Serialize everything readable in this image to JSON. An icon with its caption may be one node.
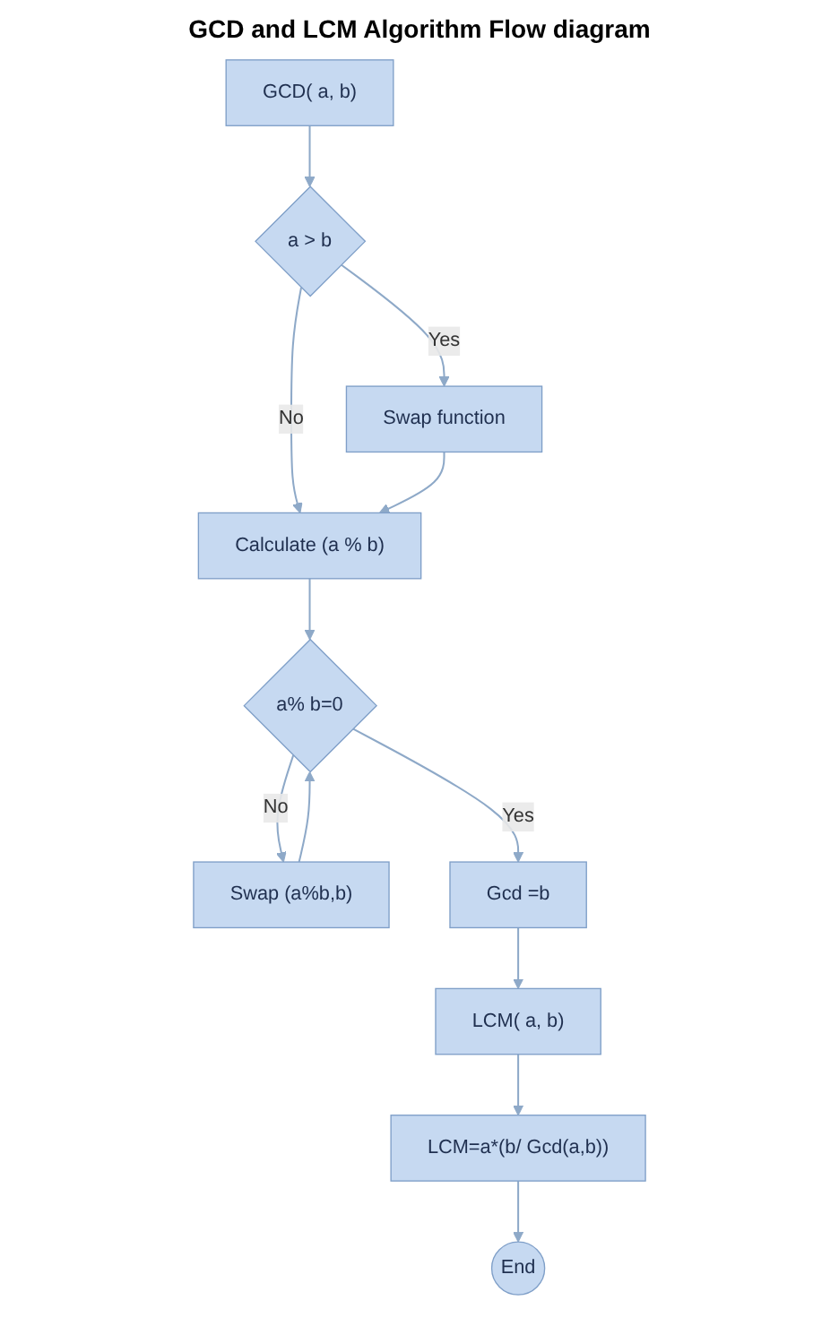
{
  "diagram": {
    "title": "GCD and LCM Algorithm Flow diagram",
    "nodes": [
      {
        "text": [
          "GCD( a, b)"
        ]
      },
      {
        "text": [
          "a > b"
        ]
      },
      {
        "text": [
          "Swap function"
        ]
      },
      {
        "text": [
          "LCM( a, b)"
        ]
      },
      {
        "text": [
          "Calculate (a % b)"
        ]
      },
      {
        "text": [
          "a% b=0"
        ]
      },
      {
        "text": [
          "Swap (a%b,b)"
        ]
      },
      {
        "text": [
          "LCM=a*(b/ Gcd(a,b))"
        ]
      },
      {
        "text": [
          "Gcd =b"
        ]
      },
      {
        "text": [
          "End"
        ]
      }
    ],
    "edges": [
      {
        "from": 0,
        "to": 1,
        "arrow": "to"
      },
      {
        "from": 1,
        "to": 2,
        "arrow": "to",
        "label": "Yes"
      },
      {
        "from": 1,
        "to": 4,
        "arrow": "to",
        "label": "No"
      },
      {
        "from": 2,
        "to": 4,
        "arrow": "to"
      },
      {
        "from": 4,
        "to": 5,
        "arrow": "to"
      },
      {
        "from": 5,
        "to": 6,
        "arrow": "to",
        "label": "No"
      },
      {
        "from": 6,
        "to": 5,
        "arrow": "to"
      },
      {
        "from": 5,
        "to": 8,
        "arrow": "to",
        "label": "Yes"
      },
      {
        "from": 8,
        "to": 3,
        "arrow": "to"
      },
      {
        "from": 3,
        "to": 7,
        "arrow": "to"
      },
      {
        "from": 7,
        "to": 9,
        "arrow": "to"
      }
    ]
  }
}
